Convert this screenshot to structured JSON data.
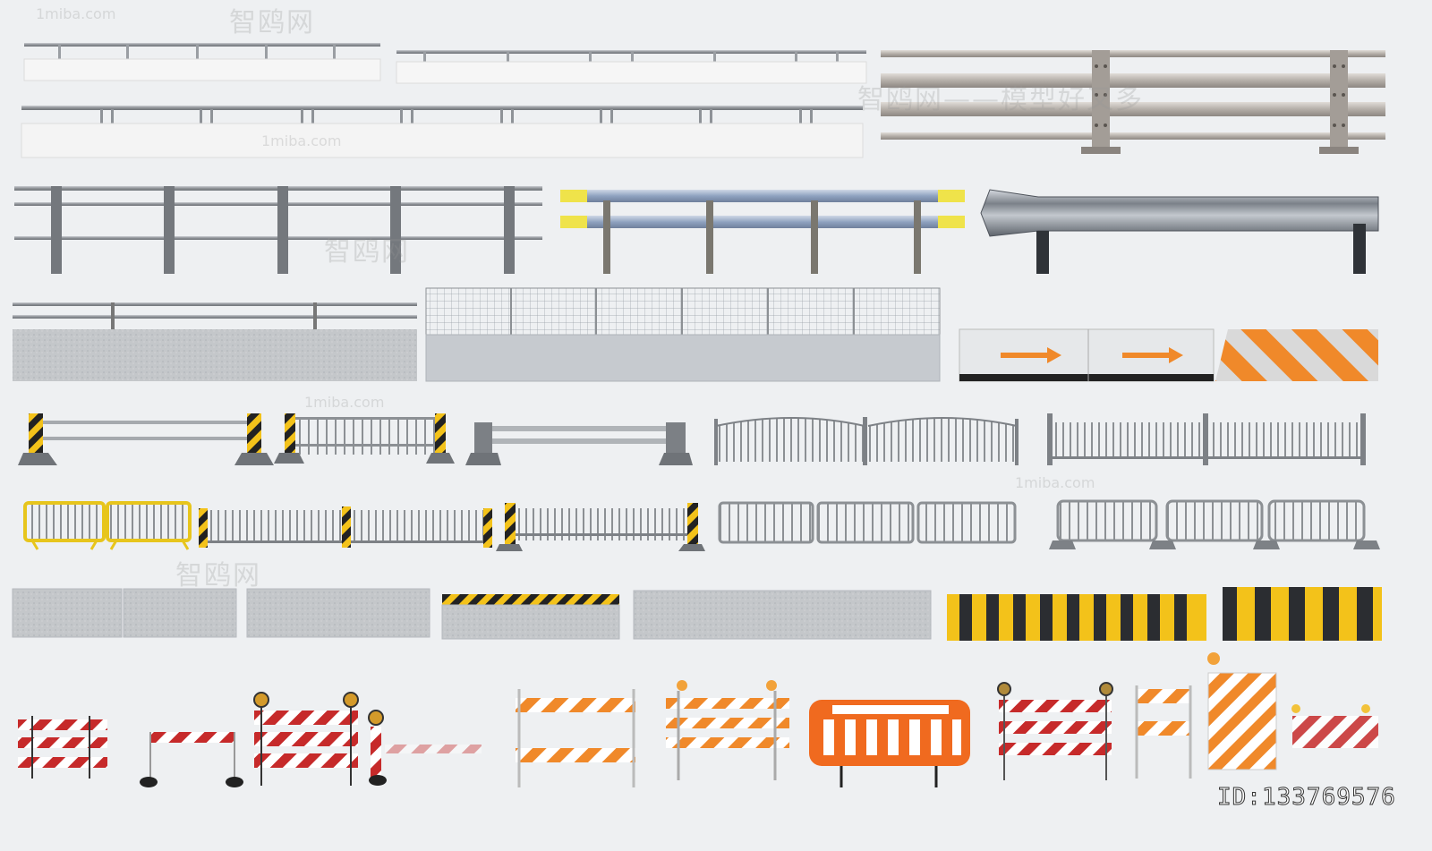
{
  "image": {
    "subject": "Collection of 3D road barrier and guardrail models",
    "watermarks": [
      "1miba.com",
      "智鸥网",
      "智鸥网——模型好又多",
      "1miba.com",
      "智鸥网",
      "1miba.com",
      "智鸥网",
      "1miba.com"
    ],
    "id_label": "ID:133769576"
  },
  "colors": {
    "background": "#eef0f2",
    "steel": "#8f9296",
    "concrete": "#c9cccf",
    "orange": "#f0892a",
    "red": "#c62a2a",
    "yellow": "#f3c21a",
    "black": "#2a2a2a"
  }
}
